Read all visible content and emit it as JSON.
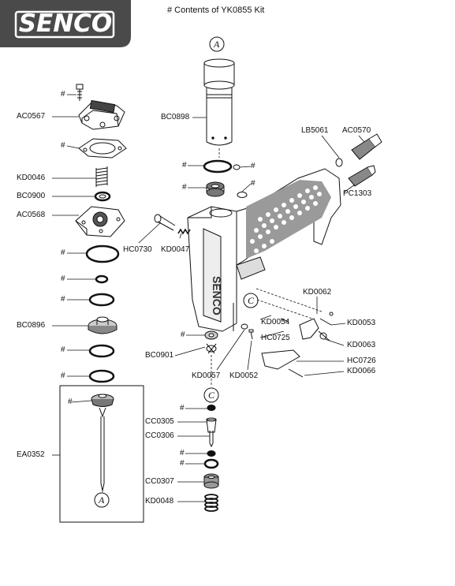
{
  "brand": {
    "logo_text": "SENCO",
    "logo_color": "#4a4a4a"
  },
  "title": "# Contents of YK0855 Kit",
  "callouts": {
    "a": "A",
    "c": "C",
    "hash": "#"
  },
  "parts": [
    {
      "key": "ac0567",
      "code": "AC0567"
    },
    {
      "key": "kd0046",
      "code": "KD0046"
    },
    {
      "key": "bc0900",
      "code": "BC0900"
    },
    {
      "key": "ac0568",
      "code": "AC0568"
    },
    {
      "key": "bc0896",
      "code": "BC0896"
    },
    {
      "key": "ea0352",
      "code": "EA0352"
    },
    {
      "key": "bc0898",
      "code": "BC0898"
    },
    {
      "key": "hc0730",
      "code": "HC0730"
    },
    {
      "key": "kd0047",
      "code": "KD0047"
    },
    {
      "key": "bc0901",
      "code": "BC0901"
    },
    {
      "key": "kd0057",
      "code": "KD0057"
    },
    {
      "key": "kd0052",
      "code": "KD0052"
    },
    {
      "key": "kd0054",
      "code": "KD0054"
    },
    {
      "key": "hc0725",
      "code": "HC0725"
    },
    {
      "key": "cc0305",
      "code": "CC0305"
    },
    {
      "key": "cc0306",
      "code": "CC0306"
    },
    {
      "key": "cc0307",
      "code": "CC0307"
    },
    {
      "key": "kd0048",
      "code": "KD0048"
    },
    {
      "key": "lb5061",
      "code": "LB5061"
    },
    {
      "key": "ac0570",
      "code": "AC0570"
    },
    {
      "key": "pc1303",
      "code": "PC1303"
    },
    {
      "key": "kd0062",
      "code": "KD0062"
    },
    {
      "key": "kd0053",
      "code": "KD0053"
    },
    {
      "key": "kd0063",
      "code": "KD0063"
    },
    {
      "key": "hc0726",
      "code": "HC0726"
    },
    {
      "key": "kd0066",
      "code": "KD0066"
    }
  ]
}
